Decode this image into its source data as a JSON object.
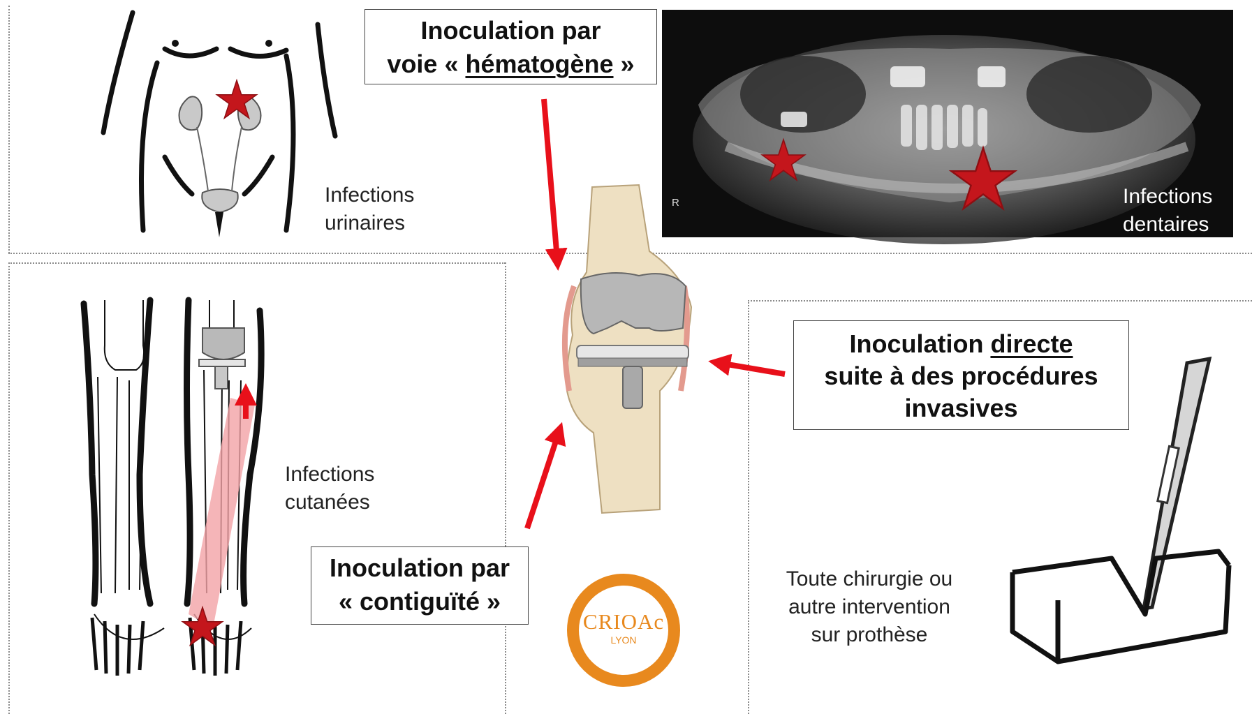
{
  "boxes": {
    "hematogene": {
      "line1": "Inoculation par",
      "line2_prefix": "voie « ",
      "line2_emph": "hématogène",
      "line2_suffix": " »"
    },
    "directe": {
      "line1_prefix": "Inoculation ",
      "line1_emph": "directe",
      "line2": "suite à des procédures",
      "line3": "invasives"
    },
    "contiguite": {
      "line1": "Inoculation par",
      "line2": "« contiguïté »"
    }
  },
  "labels": {
    "urinaires": [
      "Infections",
      "urinaires"
    ],
    "dentaires": [
      "Infections",
      "dentaires"
    ],
    "cutanees": [
      "Infections",
      "cutanées"
    ],
    "chirurgie": [
      "Toute chirurgie ou",
      "autre intervention",
      "sur prothèse"
    ]
  },
  "xray_marker": "R",
  "logo": {
    "main": "CRIOAc",
    "sub": "LYON"
  },
  "colors": {
    "arrow": "#e8101a",
    "star": "#c4161c",
    "logo": "#e8891e"
  }
}
